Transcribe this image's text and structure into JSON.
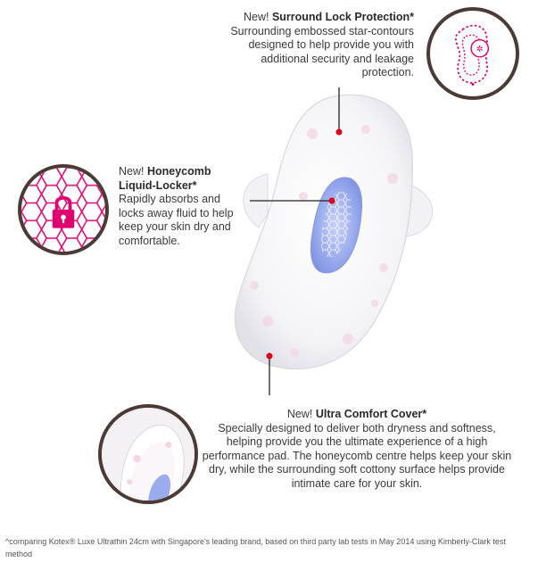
{
  "callouts": {
    "surround": {
      "new_label": "New!",
      "title": "Surround Lock Protection*",
      "body": "Surrounding embossed star-contours designed to help provide you with additional security and leakage protection."
    },
    "honeycomb": {
      "new_label": "New!",
      "title": "Honeycomb Liquid-Locker*",
      "body": "Rapidly absorbs and locks away fluid to help keep your skin dry and comfortable."
    },
    "comfort": {
      "new_label": "New!",
      "title": "Ultra Comfort Cover*",
      "body": "Specially designed to deliver both dryness and softness, helping provide you the ultimate experience of a high performance pad. The honeycomb centre helps keep your skin dry, while the surrounding soft cottony surface helps provide intimate care for your skin."
    }
  },
  "footnote": "^comparing Kotex® Luxe Ultrathin 24cm with Singapore's leading brand, based on third party lab tests in May 2014 using Kimberly-Clark test method",
  "colors": {
    "accent": "#e0006f",
    "ring": "#4b3a36",
    "connector": "#222222",
    "dot": "#e0001a",
    "core": "#8fa3ea"
  },
  "icons": {
    "surround": "pad-outline-star-icon",
    "honeycomb": "honeycomb-lock-icon",
    "comfort": "pad-closeup-photo"
  }
}
